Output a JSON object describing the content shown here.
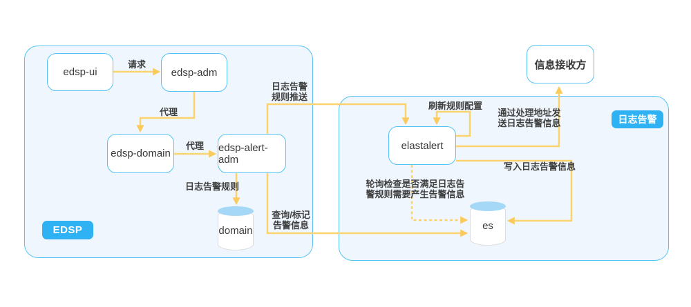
{
  "nodes": {
    "edsp_ui": "edsp-ui",
    "edsp_adm": "edsp-adm",
    "edsp_domain": "edsp-domain",
    "edsp_alert_adm": "edsp-alert-adm",
    "elastalert": "elastalert",
    "receiver": "信息接收方"
  },
  "databases": {
    "domain": "domain",
    "es": "es"
  },
  "badges": {
    "edsp": "EDSP",
    "log_alert": "日志告警"
  },
  "edge_labels": {
    "request": "请求",
    "proxy_adm_domain": "代理",
    "proxy_domain_alert": "代理",
    "log_alert_rule": "日志告警规则",
    "rule_push_line1": "日志告警",
    "rule_push_line2": "规则推送",
    "query_mark_line1": "查询/标记",
    "query_mark_line2": "告警信息",
    "refresh_rule_config": "刷新规则配置",
    "send_via_handler_line1": "通过处理地址发",
    "send_via_handler_line2": "送日志告警信息",
    "write_log_alert": "写入日志告警信息",
    "poll_check_line1": "轮询检查是否满足日志告",
    "poll_check_line2": "警规则需要产生告警信息"
  },
  "colors": {
    "container_border": "#55C3F6",
    "container_fill": "#EFF6FD",
    "badge_fill": "#2FB2F4",
    "arrow_line": "#FBD36E",
    "arrowhead": "#FACB5C",
    "cylinder_top": "#A5D8F6",
    "text": "#3D3D3D"
  }
}
